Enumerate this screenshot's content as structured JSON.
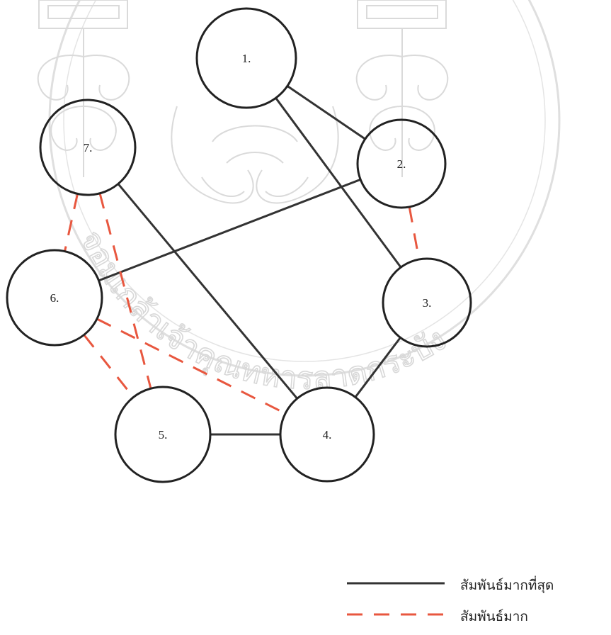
{
  "watermark": {
    "text": "จอมเกล้าเจ้าคุณทหารลาดกระบัง",
    "color": "#cfcfcf"
  },
  "colors": {
    "strongest": "#333333",
    "strong": "#e8573f",
    "node_stroke": "#222222"
  },
  "nodes": [
    {
      "id": "1",
      "label": "1."
    },
    {
      "id": "2",
      "label": "2."
    },
    {
      "id": "3",
      "label": "3."
    },
    {
      "id": "4",
      "label": "4."
    },
    {
      "id": "5",
      "label": "5."
    },
    {
      "id": "6",
      "label": "6."
    },
    {
      "id": "7",
      "label": "7."
    }
  ],
  "edges": [
    {
      "from": "1",
      "to": "2",
      "type": "strongest"
    },
    {
      "from": "1",
      "to": "3",
      "type": "strongest"
    },
    {
      "from": "2",
      "to": "6",
      "type": "strongest"
    },
    {
      "from": "3",
      "to": "4",
      "type": "strongest"
    },
    {
      "from": "4",
      "to": "5",
      "type": "strongest"
    },
    {
      "from": "7",
      "to": "4",
      "type": "strongest"
    },
    {
      "from": "2",
      "to": "3",
      "type": "strong"
    },
    {
      "from": "7",
      "to": "6",
      "type": "strong"
    },
    {
      "from": "7",
      "to": "5",
      "type": "strong"
    },
    {
      "from": "6",
      "to": "5",
      "type": "strong"
    },
    {
      "from": "6",
      "to": "4",
      "type": "strong"
    }
  ],
  "legend": {
    "strongest_label": "สัมพันธ์มากที่สุด",
    "strong_label": "สัมพันธ์มาก"
  }
}
